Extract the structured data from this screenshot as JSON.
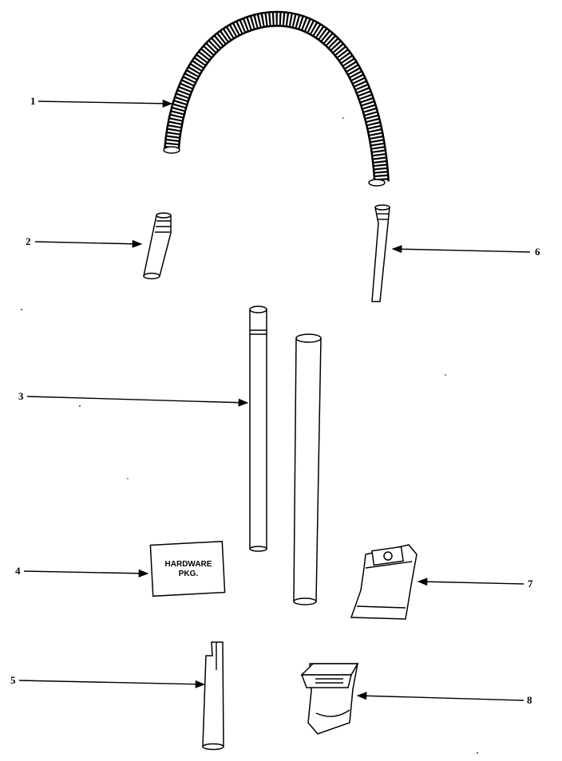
{
  "callouts": {
    "c1": "1",
    "c2": "2",
    "c3": "3",
    "c4": "4",
    "c5": "5",
    "c6": "6",
    "c7": "7",
    "c8": "8"
  },
  "hardware_package": {
    "line1": "HARDWARE",
    "line2": "PKG."
  },
  "colors": {
    "ink": "#000000",
    "paper": "#ffffff"
  }
}
